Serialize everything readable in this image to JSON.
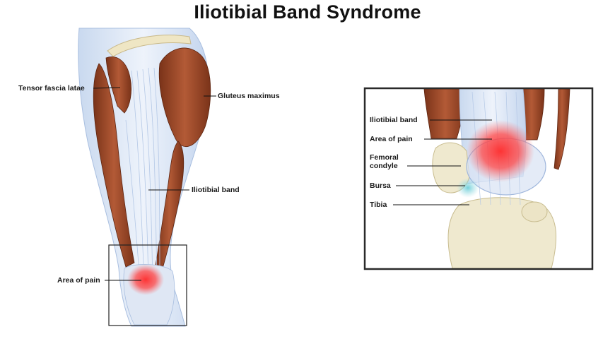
{
  "title": "Iliotibial Band Syndrome",
  "left_figure": {
    "labels": {
      "tensor": "Tensor fascia latae",
      "gluteus": "Gluteus maximus",
      "itband": "Iliotibial band",
      "pain": "Area of pain"
    }
  },
  "right_figure": {
    "labels": {
      "itband": "Iliotibial band",
      "pain": "Area of pain",
      "femoral_line1": "Femoral",
      "femoral_line2": "condyle",
      "bursa": "Bursa",
      "tibia": "Tibia"
    }
  },
  "colors": {
    "muscle": "#9b4a2e",
    "muscle_dark": "#6e2c16",
    "fascia": "#dbe6f5",
    "fascia_line": "#aac1e2",
    "bone": "#efe9cf",
    "pain": "#ff3b3b",
    "bursa": "#7fd0d8",
    "frame": "#222222"
  }
}
